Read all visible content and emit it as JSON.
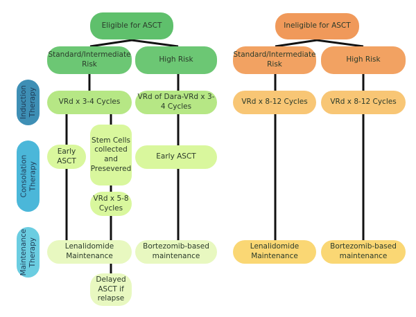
{
  "eligible": {
    "title": "Eligible for ASCT",
    "standard": "Standard/Intermediate Risk",
    "high": "High Risk",
    "std_induction": "VRd x 3-4 Cycles",
    "high_induction": "VRd of Dara-VRd x 3-4 Cycles",
    "early_asct_left": "Early ASCT",
    "stem_cells": "Stem Cells collected and Presevered",
    "vrd_5_8": "VRd x 5-8 Cycles",
    "early_asct_right": "Early ASCT",
    "std_maintenance": "Lenalidomide Maintenance",
    "high_maintenance": "Bortezomib-based maintenance",
    "delayed": "Delayed ASCT if relapse"
  },
  "ineligible": {
    "title": "Ineligible for ASCT",
    "standard": "Standard/Intermediate Risk",
    "high": "High Risk",
    "std_induction": "VRd x 8-12 Cycles",
    "high_induction": "VRd x 8-12 Cycles",
    "std_maintenance": "Lenalidomide Maintenance",
    "high_maintenance": "Bortezomib-based maintenance"
  },
  "phases": {
    "induction": "Induction Therapy",
    "consolidation": "Consolation Therapy",
    "maintenance": "Maintenance Therapy"
  }
}
